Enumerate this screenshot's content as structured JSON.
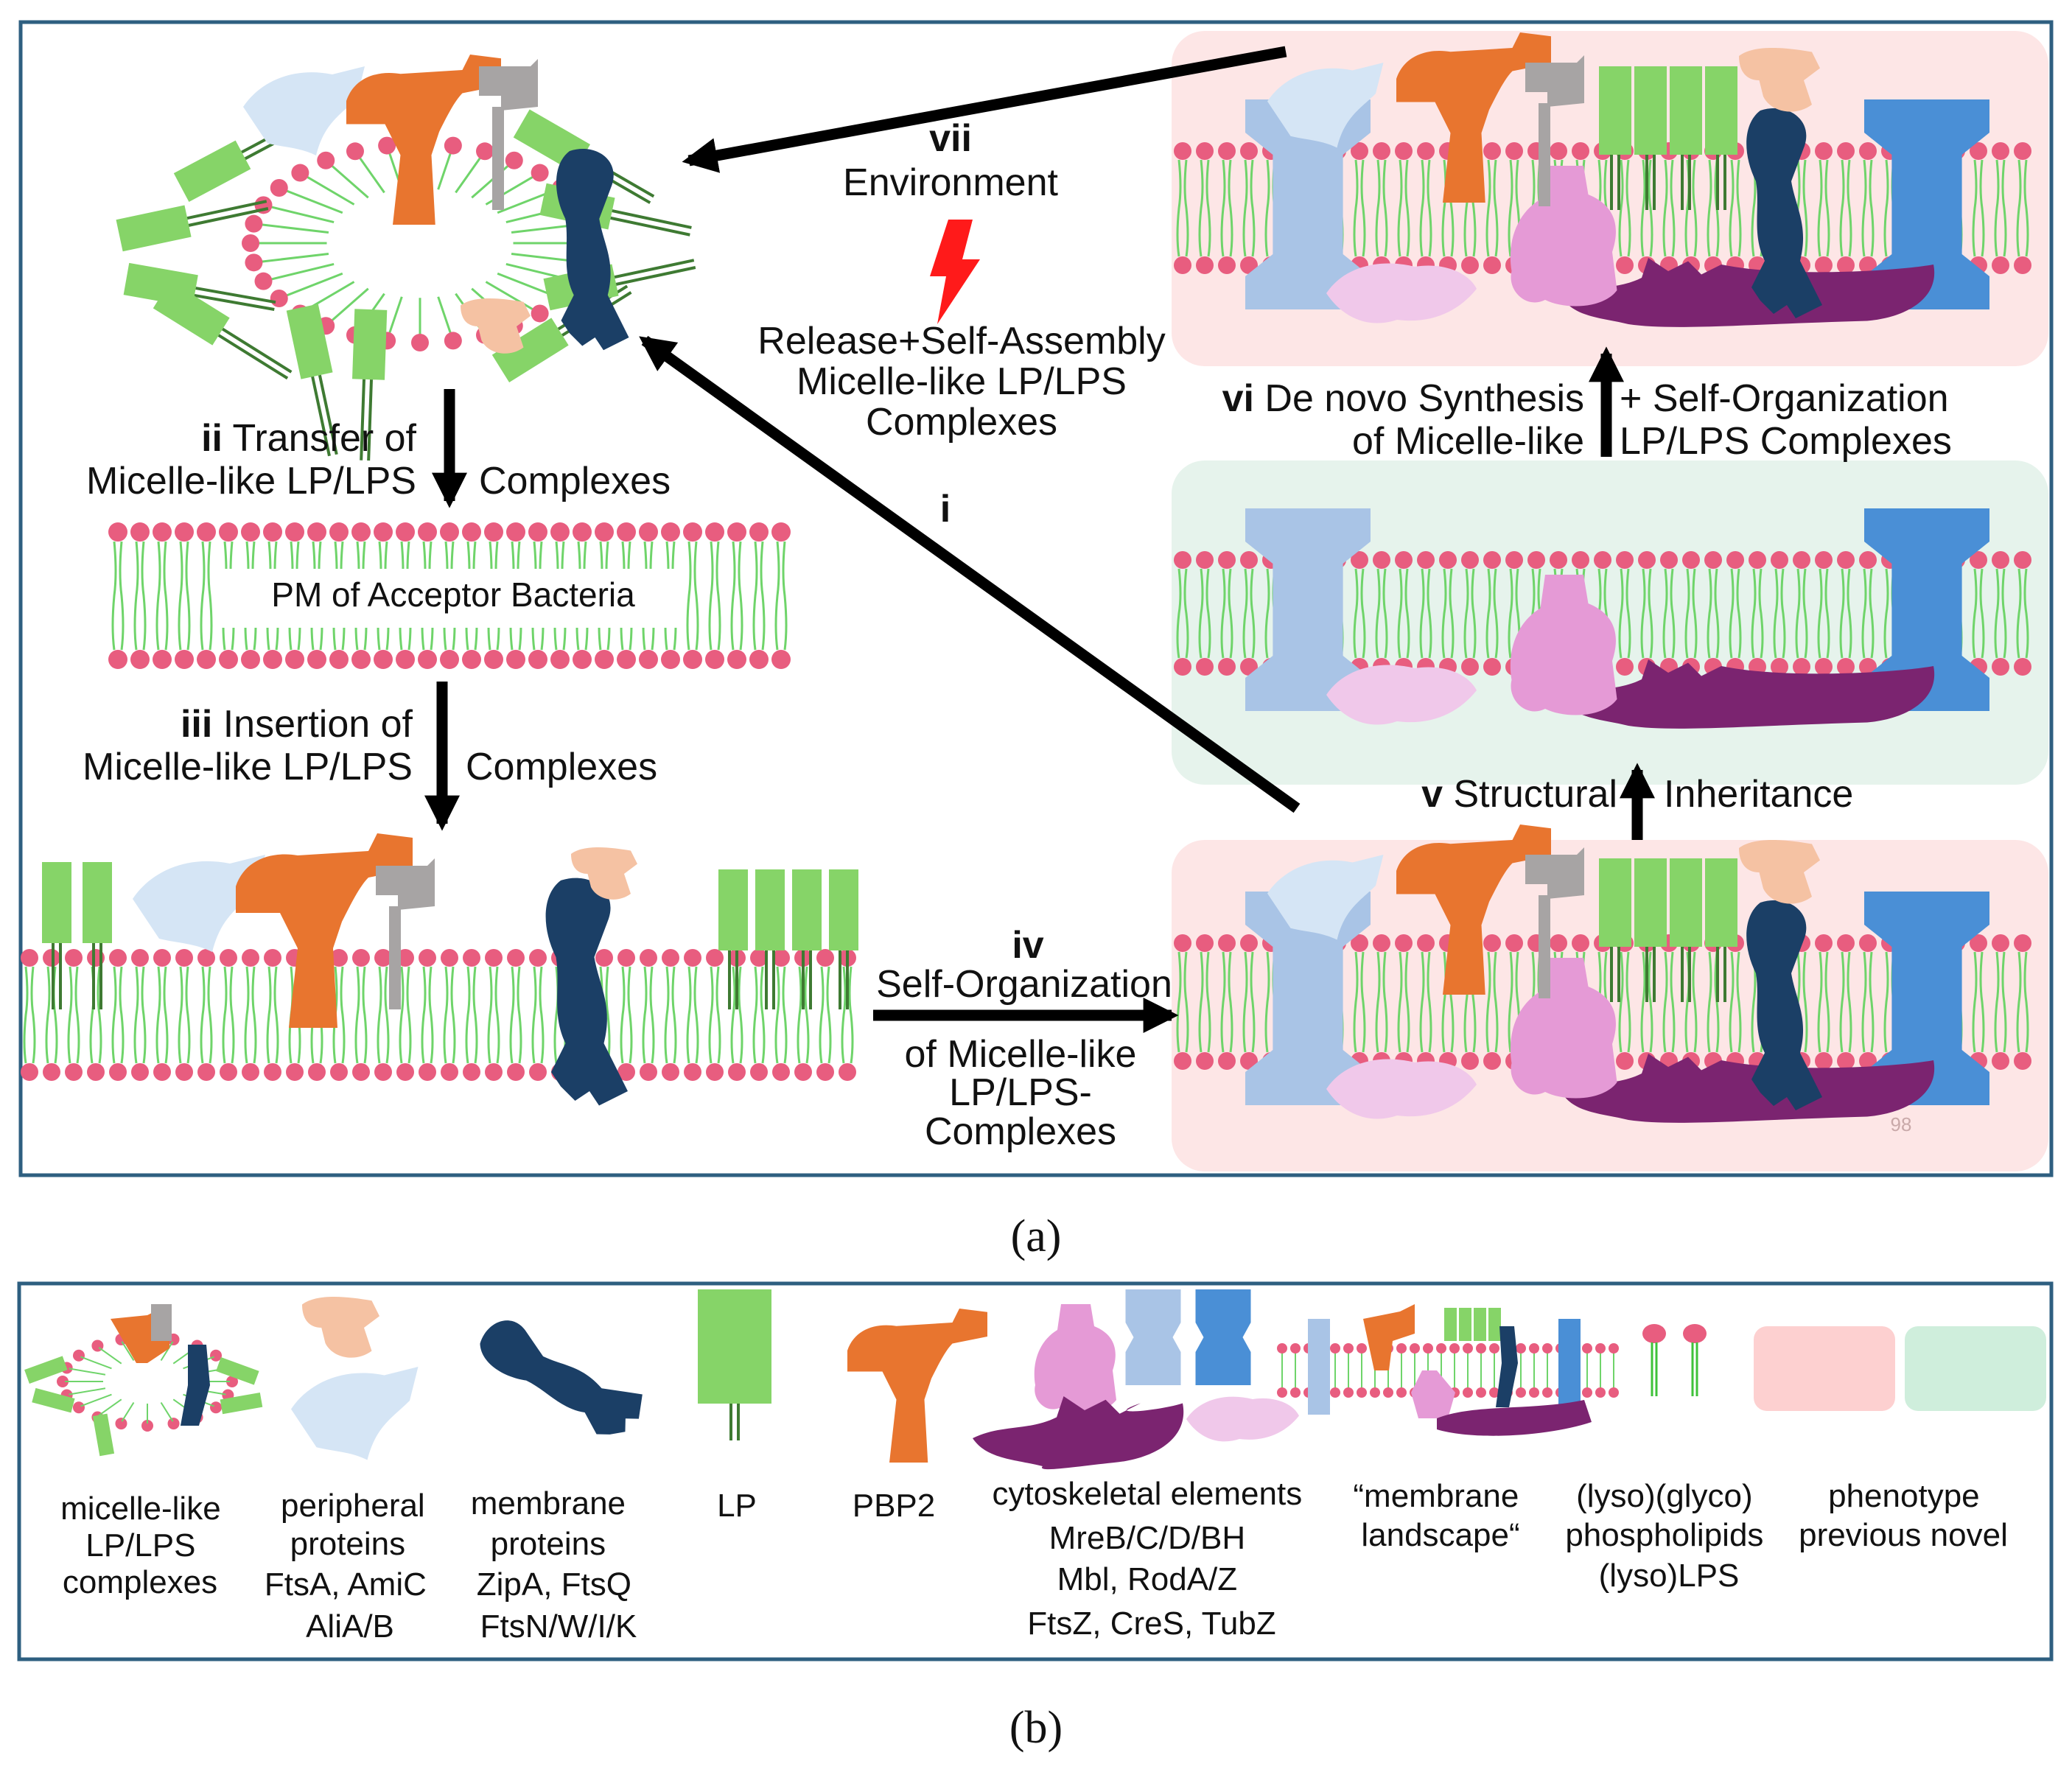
{
  "colors": {
    "frame": "#2e5f80",
    "lipid_head": "#e85d7f",
    "lipid_tail": "#6fd46a",
    "lp": "#86d468",
    "pbp2": "#e8752f",
    "membrane_protein": "#1b3f66",
    "peripheral_peach": "#f5c2a3",
    "peripheral_blue": "#d5e5f5",
    "cyto_purple": "#7b2470",
    "cyto_pink": "#e59ad6",
    "cyto_lightpink": "#f0c8ea",
    "cyto_lightblue": "#a9c4e6",
    "cyto_blue": "#4a8fd6",
    "bg_previous": "#fde6e6",
    "bg_novel": "#e6f3ec",
    "arrow": "#000000",
    "lightning": "#ff1a1a"
  },
  "panel_a": {
    "step_vii": {
      "numeral": "vii",
      "line1": "Environment",
      "line2": "Release+Self-Assembly",
      "line3": "Micelle-like LP/LPS",
      "line4": "Complexes"
    },
    "step_ii": {
      "numeral": "ii",
      "line1": "Transfer of",
      "line2": "Micelle-like LP/LPS",
      "line3": "Complexes"
    },
    "pm_label": "PM of Acceptor Bacteria",
    "step_iii": {
      "numeral": "iii",
      "line1": "Insertion of",
      "line2": "Micelle-like LP/LPS",
      "line3": "Complexes"
    },
    "step_iv": {
      "numeral": "iv",
      "line1": "Self-Organization",
      "line2": "of Micelle-like",
      "line3": "LP/LPS-",
      "line4": "Complexes"
    },
    "step_v": {
      "numeral": "v",
      "line1": "Structural",
      "line2": "Inheritance"
    },
    "step_vi": {
      "numeral": "vi",
      "line1": "De novo Synthesis",
      "line2": "+ Self-Organization",
      "line3": "of Micelle-like",
      "line4": "LP/LPS Complexes"
    },
    "step_i": {
      "numeral": "i"
    },
    "stamp": "98"
  },
  "caption_a": "(a)",
  "caption_b": "(b)",
  "legend": [
    {
      "key": "micelle",
      "lines": [
        "micelle-like",
        "LP/LPS",
        "complexes"
      ]
    },
    {
      "key": "peripheral",
      "lines": [
        "peripheral",
        "proteins",
        "FtsA, AmiC",
        "AliA/B"
      ]
    },
    {
      "key": "membrane_proteins",
      "lines": [
        "membrane",
        "proteins",
        "ZipA, FtsQ",
        "FtsN/W/I/K"
      ]
    },
    {
      "key": "lp",
      "lines": [
        "LP"
      ]
    },
    {
      "key": "pbp2",
      "lines": [
        "PBP2"
      ]
    },
    {
      "key": "cytoskeletal",
      "lines": [
        "cytoskeletal elements",
        "MreB/C/D/BH",
        "Mbl, RodA/Z",
        "FtsZ, CreS, TubZ"
      ]
    },
    {
      "key": "landscape",
      "lines": [
        "“membrane",
        "landscape“"
      ]
    },
    {
      "key": "lipids",
      "lines": [
        "(lyso)(glyco)",
        "phospholipids",
        "(lyso)LPS"
      ]
    },
    {
      "key": "phenotype",
      "lines": [
        "phenotype",
        "previous novel"
      ]
    }
  ]
}
